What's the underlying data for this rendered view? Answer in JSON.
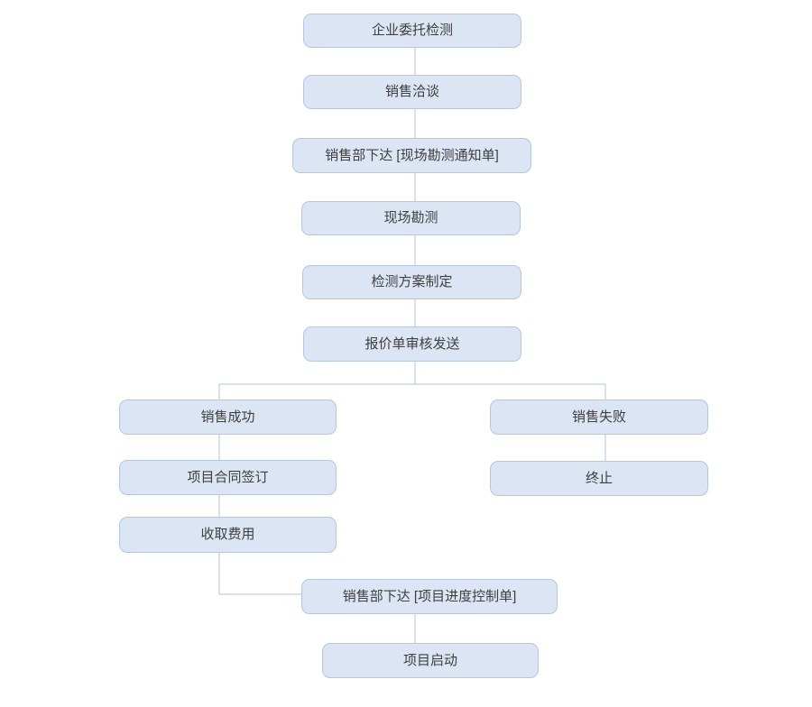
{
  "diagram": {
    "type": "flowchart",
    "background_color": "#ffffff",
    "node_fill_color": "#dbe5f3",
    "node_border_color": "#b3c7e3",
    "connector_color": "#aec4e0",
    "text_color": "#3f3f3f",
    "nodes": [
      {
        "id": "entrust",
        "label": "企业委托检测"
      },
      {
        "id": "negotiation",
        "label": "销售洽谈"
      },
      {
        "id": "survey-notice",
        "label": "销售部下达 [现场勘测通知单]"
      },
      {
        "id": "site-survey",
        "label": "现场勘测"
      },
      {
        "id": "plan",
        "label": "检测方案制定"
      },
      {
        "id": "quotation",
        "label": "报价单审核发送"
      },
      {
        "id": "sale-success",
        "label": "销售成功"
      },
      {
        "id": "sale-fail",
        "label": "销售失败"
      },
      {
        "id": "contract",
        "label": "项目合同签订"
      },
      {
        "id": "terminate",
        "label": "终止"
      },
      {
        "id": "fee",
        "label": "收取费用"
      },
      {
        "id": "progress-control",
        "label": "销售部下达 [项目进度控制单]"
      },
      {
        "id": "launch",
        "label": "项目启动"
      }
    ],
    "edges": [
      {
        "from": "entrust",
        "to": "negotiation"
      },
      {
        "from": "negotiation",
        "to": "survey-notice"
      },
      {
        "from": "survey-notice",
        "to": "site-survey"
      },
      {
        "from": "site-survey",
        "to": "plan"
      },
      {
        "from": "plan",
        "to": "quotation"
      },
      {
        "from": "quotation",
        "to": "sale-success"
      },
      {
        "from": "quotation",
        "to": "sale-fail"
      },
      {
        "from": "sale-success",
        "to": "contract"
      },
      {
        "from": "sale-fail",
        "to": "terminate"
      },
      {
        "from": "contract",
        "to": "fee"
      },
      {
        "from": "fee",
        "to": "progress-control"
      },
      {
        "from": "progress-control",
        "to": "launch"
      }
    ]
  }
}
